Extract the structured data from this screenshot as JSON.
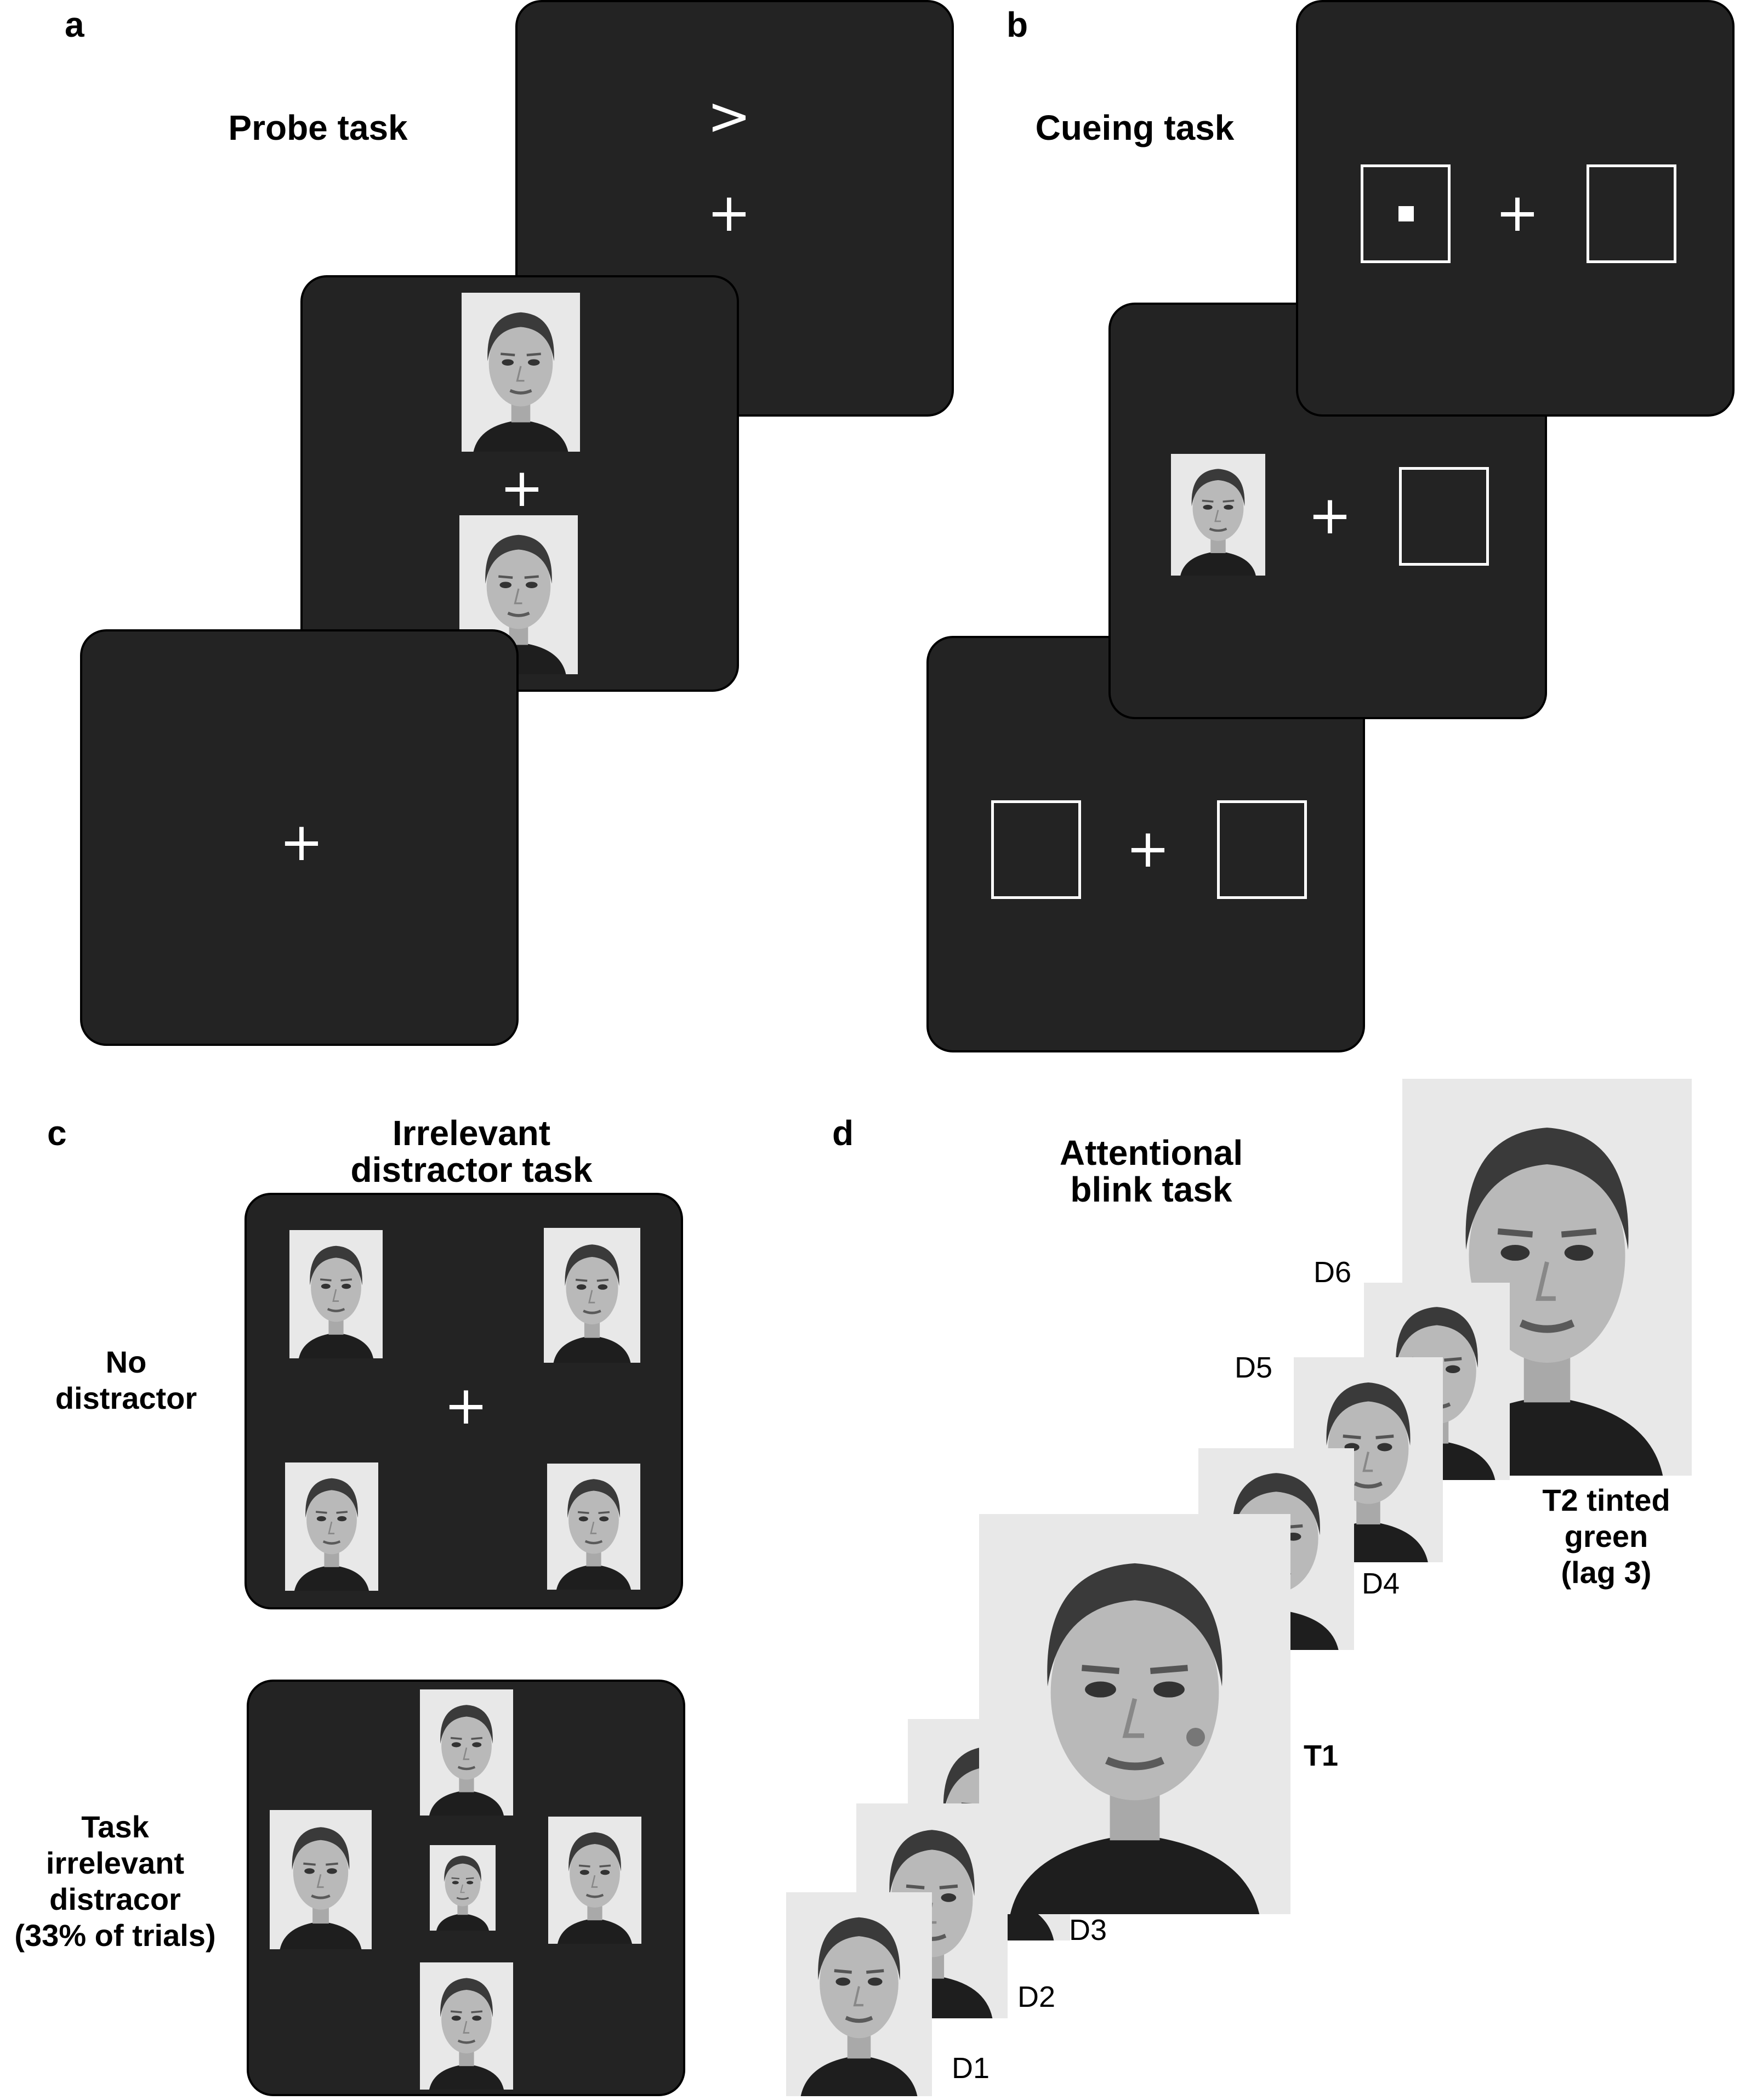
{
  "panels": {
    "a": {
      "letter": "a",
      "title": "Probe task",
      "probe_symbol": ">",
      "fixation": "+"
    },
    "b": {
      "letter": "b",
      "title": "Cueing task",
      "fixation": "+"
    },
    "c": {
      "letter": "c",
      "title": "Irrelevant distractor task",
      "title_line1": "Irrelevant",
      "title_line2": "distractor task",
      "row1_label_line1": "No",
      "row1_label_line2": "distractor",
      "row2_label_line1": "Task",
      "row2_label_line2": "irrelevant",
      "row2_label_line3": "distracor",
      "row2_label_line4": "(33% of trials)",
      "fixation": "+"
    },
    "d": {
      "letter": "d",
      "title_line1": "Attentional",
      "title_line2": "blink task",
      "labels": {
        "D1": "D1",
        "D2": "D2",
        "D3": "D3",
        "D4": "D4",
        "D5": "D5",
        "D6": "D6",
        "T1": "T1"
      },
      "t2_line1": "T2 tinted",
      "t2_line2": "green",
      "t2_line3": "(lag 3)"
    }
  },
  "colors": {
    "screen": "#232323",
    "stimulus": "#ffffff",
    "face_background": "#e6e6e6",
    "marker_dot": "#777777"
  },
  "icons": {
    "face": "face-photo-icon",
    "fixation": "fixation-cross",
    "probe": "probe-arrow",
    "cue_box": "placeholder-box"
  }
}
